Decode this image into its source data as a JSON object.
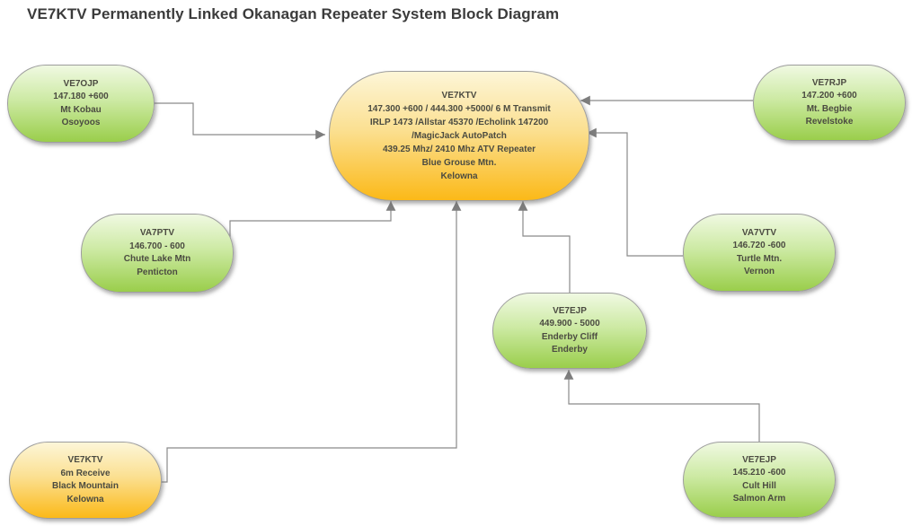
{
  "title": "VE7KTV Permanently Linked Okanagan Repeater System Block Diagram",
  "nodes": [
    {
      "id": "ve7ojp",
      "color": "green",
      "lines": [
        "VE7OJP",
        "147.180 +600",
        "Mt Kobau",
        "Osoyoos"
      ]
    },
    {
      "id": "ve7rjp",
      "color": "green",
      "lines": [
        "VE7RJP",
        "147.200 +600",
        "Mt. Begbie",
        "Revelstoke"
      ]
    },
    {
      "id": "ve7ktv-main",
      "color": "orange",
      "lines": [
        "VE7KTV",
        "147.300 +600 / 444.300 +5000/ 6 M Transmit",
        "IRLP 1473 /Allstar 45370 /Echolink 147200",
        "/MagicJack AutoPatch",
        "439.25 Mhz/ 2410 Mhz ATV Repeater",
        "Blue Grouse Mtn.",
        "Kelowna"
      ]
    },
    {
      "id": "va7ptv",
      "color": "green",
      "lines": [
        "VA7PTV",
        "146.700 - 600",
        "Chute Lake Mtn",
        "Penticton"
      ]
    },
    {
      "id": "va7vtv",
      "color": "green",
      "lines": [
        "VA7VTV",
        "146.720 -600",
        "Turtle Mtn.",
        "Vernon"
      ]
    },
    {
      "id": "ve7ejp-enderby",
      "color": "green",
      "lines": [
        "VE7EJP",
        "449.900 - 5000",
        "Enderby Cliff",
        "Enderby"
      ]
    },
    {
      "id": "ve7ktv-6m",
      "color": "orange",
      "lines": [
        "VE7KTV",
        "6m Receive",
        "Black Mountain",
        "Kelowna"
      ]
    },
    {
      "id": "ve7ejp-cult",
      "color": "green",
      "lines": [
        "VE7EJP",
        "145.210 -600",
        "Cult Hill",
        "Salmon Arm"
      ]
    }
  ],
  "edges": [
    {
      "from": "VE7OJP Mt Kobau",
      "to": "VE7KTV Blue Grouse Mtn."
    },
    {
      "from": "VE7RJP Mt. Begbie",
      "to": "VE7KTV Blue Grouse Mtn."
    },
    {
      "from": "VA7VTV Turtle Mtn.",
      "to": "VE7KTV Blue Grouse Mtn."
    },
    {
      "from": "VA7PTV Chute Lake Mtn",
      "to": "VE7KTV Blue Grouse Mtn."
    },
    {
      "from": "VE7KTV 6m Receive Black Mountain",
      "to": "VE7KTV Blue Grouse Mtn."
    },
    {
      "from": "VE7EJP Enderby Cliff",
      "to": "VE7KTV Blue Grouse Mtn."
    },
    {
      "from": "VE7EJP Cult Hill",
      "to": "VE7EJP Enderby Cliff"
    }
  ],
  "colors": {
    "green_top": "#f0f9e2",
    "green_mid": "#cdeaa4",
    "green_bottom": "#9ace4b",
    "orange_top": "#fdf6d8",
    "orange_mid": "#fbe092",
    "orange_bottom": "#fbb918",
    "connector": "#8a8a8a",
    "text": "#4b4b41"
  }
}
